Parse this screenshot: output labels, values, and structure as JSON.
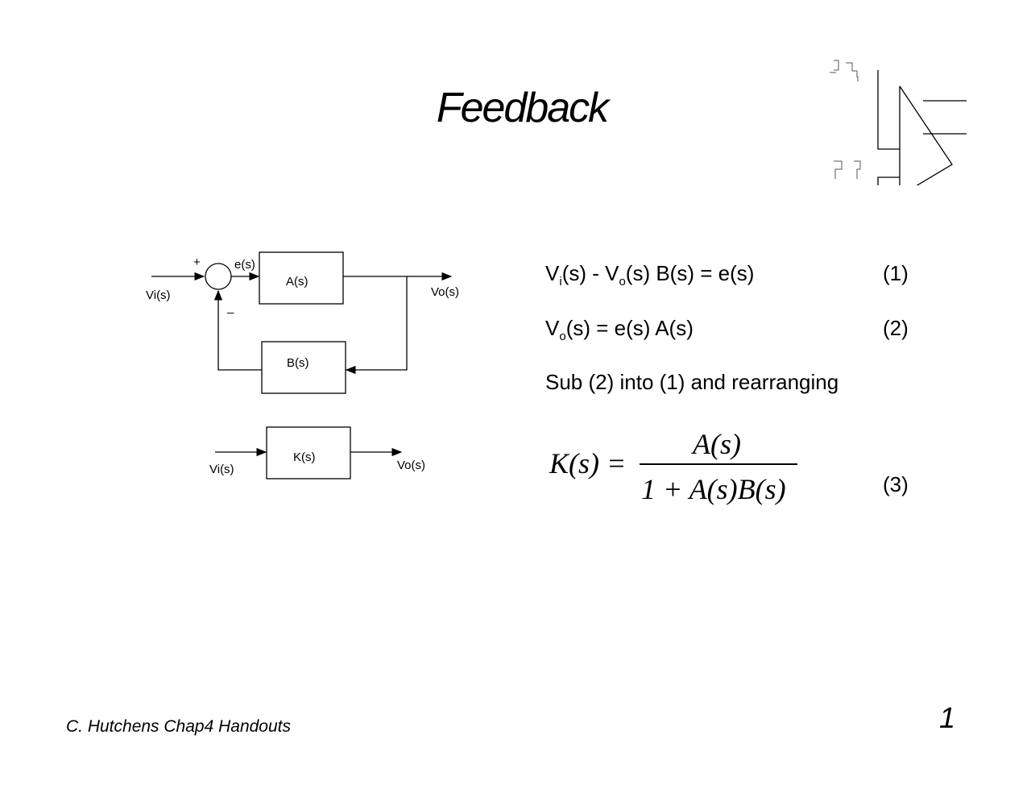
{
  "title": "Feedback",
  "diagram": {
    "vi": "Vi(s)",
    "vo": "Vo(s)",
    "plus": "+",
    "minus": "_",
    "es": "e(s)",
    "a": "A(s)",
    "b": "B(s)",
    "k": "K(s)"
  },
  "equations": [
    {
      "v1": "V",
      "s1": "i",
      "t1": "(s) - V",
      "s2": "o",
      "t2": "(s) B(s) = e(s)",
      "num": "(1)"
    },
    {
      "v1": "V",
      "s1": "o",
      "t1": "(s) = e(s) A(s)",
      "num": "(2)"
    },
    {
      "text": "Sub (2) into (1) and rearranging"
    }
  ],
  "formula": {
    "lhs": "K(s) =",
    "numerator": "A(s)",
    "denominator": "1 + A(s)B(s)",
    "num": "(3)"
  },
  "footer": "C. Hutchens Chap4 Handouts",
  "page_number": "1"
}
